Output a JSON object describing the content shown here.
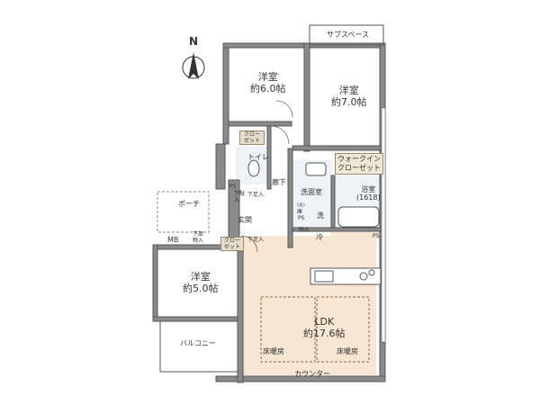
{
  "compass": {
    "label": "N"
  },
  "rooms": {
    "western1": {
      "name": "洋室",
      "size": "約6.0帖"
    },
    "western2": {
      "name": "洋室",
      "size": "約7.0帖"
    },
    "western3": {
      "name": "洋室",
      "size": "約5.0帖"
    },
    "ldk": {
      "name": "LDK",
      "size": "約17.6帖"
    }
  },
  "labels": {
    "sub_space": "サブスペース",
    "closet1": "クロー\nゼット",
    "closet2": "クロー\nゼット",
    "toilet": "トイレ",
    "hallway": "廊下",
    "wic": "ウォークイン\nクローゼット",
    "washroom": "洗面室",
    "bath": "浴室\n(1618)",
    "wash": "洗",
    "ps1": "PS",
    "ps2": "PS",
    "ps3": "PS",
    "rinse": "ﾘﾈﾝ\n庫",
    "storage_small": "物入",
    "fridge": "冷",
    "shoe": "下足入",
    "shoe2": "下足入",
    "shoe_small": "下駄\n入",
    "entrance": "玄関",
    "porch": "ポーチ",
    "mb": "MB",
    "under_storage": "下部\n物入",
    "balcony": "バルコニー",
    "floor_heat1": "床暖房",
    "floor_heat2": "床暖房",
    "counter": "カウンター"
  }
}
